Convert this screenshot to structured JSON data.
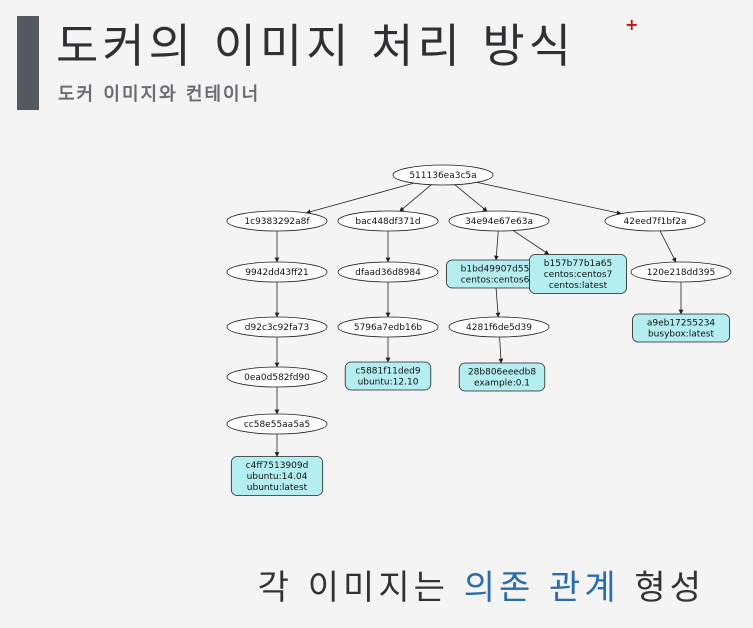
{
  "header": {
    "title": "도커의 이미지 처리 방식",
    "subtitle": "도커 이미지와 컨테이너"
  },
  "marker": "+",
  "caption": {
    "part1": "각 이미지는 ",
    "highlight": "의존 관계",
    "part2": " 형성"
  },
  "colors": {
    "accent_bar": "#55585e",
    "highlight": "#2b6cab",
    "tagged_node_fill": "#b4eef0"
  },
  "graph": {
    "nodes": [
      {
        "id": "n0",
        "lines": [
          "511136ea3c5a"
        ],
        "tagged": false
      },
      {
        "id": "n1",
        "lines": [
          "1c9383292a8f"
        ],
        "tagged": false
      },
      {
        "id": "n2",
        "lines": [
          "bac448df371d"
        ],
        "tagged": false
      },
      {
        "id": "n3",
        "lines": [
          "34e94e67e63a"
        ],
        "tagged": false
      },
      {
        "id": "n4",
        "lines": [
          "42eed7f1bf2a"
        ],
        "tagged": false
      },
      {
        "id": "n5",
        "lines": [
          "9942dd43ff21"
        ],
        "tagged": false
      },
      {
        "id": "n6",
        "lines": [
          "d92c3c92fa73"
        ],
        "tagged": false
      },
      {
        "id": "n7",
        "lines": [
          "0ea0d582fd90"
        ],
        "tagged": false
      },
      {
        "id": "n8",
        "lines": [
          "cc58e55aa5a5"
        ],
        "tagged": false
      },
      {
        "id": "n9",
        "lines": [
          "c4ff7513909d",
          "ubuntu:14.04",
          "ubuntu:latest"
        ],
        "tagged": true
      },
      {
        "id": "n10",
        "lines": [
          "dfaad36d8984"
        ],
        "tagged": false
      },
      {
        "id": "n11",
        "lines": [
          "5796a7edb16b"
        ],
        "tagged": false
      },
      {
        "id": "n12",
        "lines": [
          "c5881f11ded9",
          "ubuntu:12.10"
        ],
        "tagged": true
      },
      {
        "id": "n13",
        "lines": [
          "b1bd49907d55",
          "centos:centos6"
        ],
        "tagged": true
      },
      {
        "id": "n14",
        "lines": [
          "b157b77b1a65",
          "centos:centos7",
          "centos:latest"
        ],
        "tagged": true
      },
      {
        "id": "n15",
        "lines": [
          "4281f6de5d39"
        ],
        "tagged": false
      },
      {
        "id": "n16",
        "lines": [
          "28b806eeedb8",
          "example:0.1"
        ],
        "tagged": true
      },
      {
        "id": "n17",
        "lines": [
          "120e218dd395"
        ],
        "tagged": false
      },
      {
        "id": "n18",
        "lines": [
          "a9eb17255234",
          "busybox:latest"
        ],
        "tagged": true
      }
    ],
    "edges": [
      [
        "n0",
        "n1"
      ],
      [
        "n0",
        "n2"
      ],
      [
        "n0",
        "n3"
      ],
      [
        "n0",
        "n4"
      ],
      [
        "n1",
        "n5"
      ],
      [
        "n5",
        "n6"
      ],
      [
        "n6",
        "n7"
      ],
      [
        "n7",
        "n8"
      ],
      [
        "n8",
        "n9"
      ],
      [
        "n2",
        "n10"
      ],
      [
        "n10",
        "n11"
      ],
      [
        "n11",
        "n12"
      ],
      [
        "n3",
        "n13"
      ],
      [
        "n3",
        "n14"
      ],
      [
        "n13",
        "n15"
      ],
      [
        "n15",
        "n16"
      ],
      [
        "n4",
        "n17"
      ],
      [
        "n17",
        "n18"
      ]
    ]
  }
}
